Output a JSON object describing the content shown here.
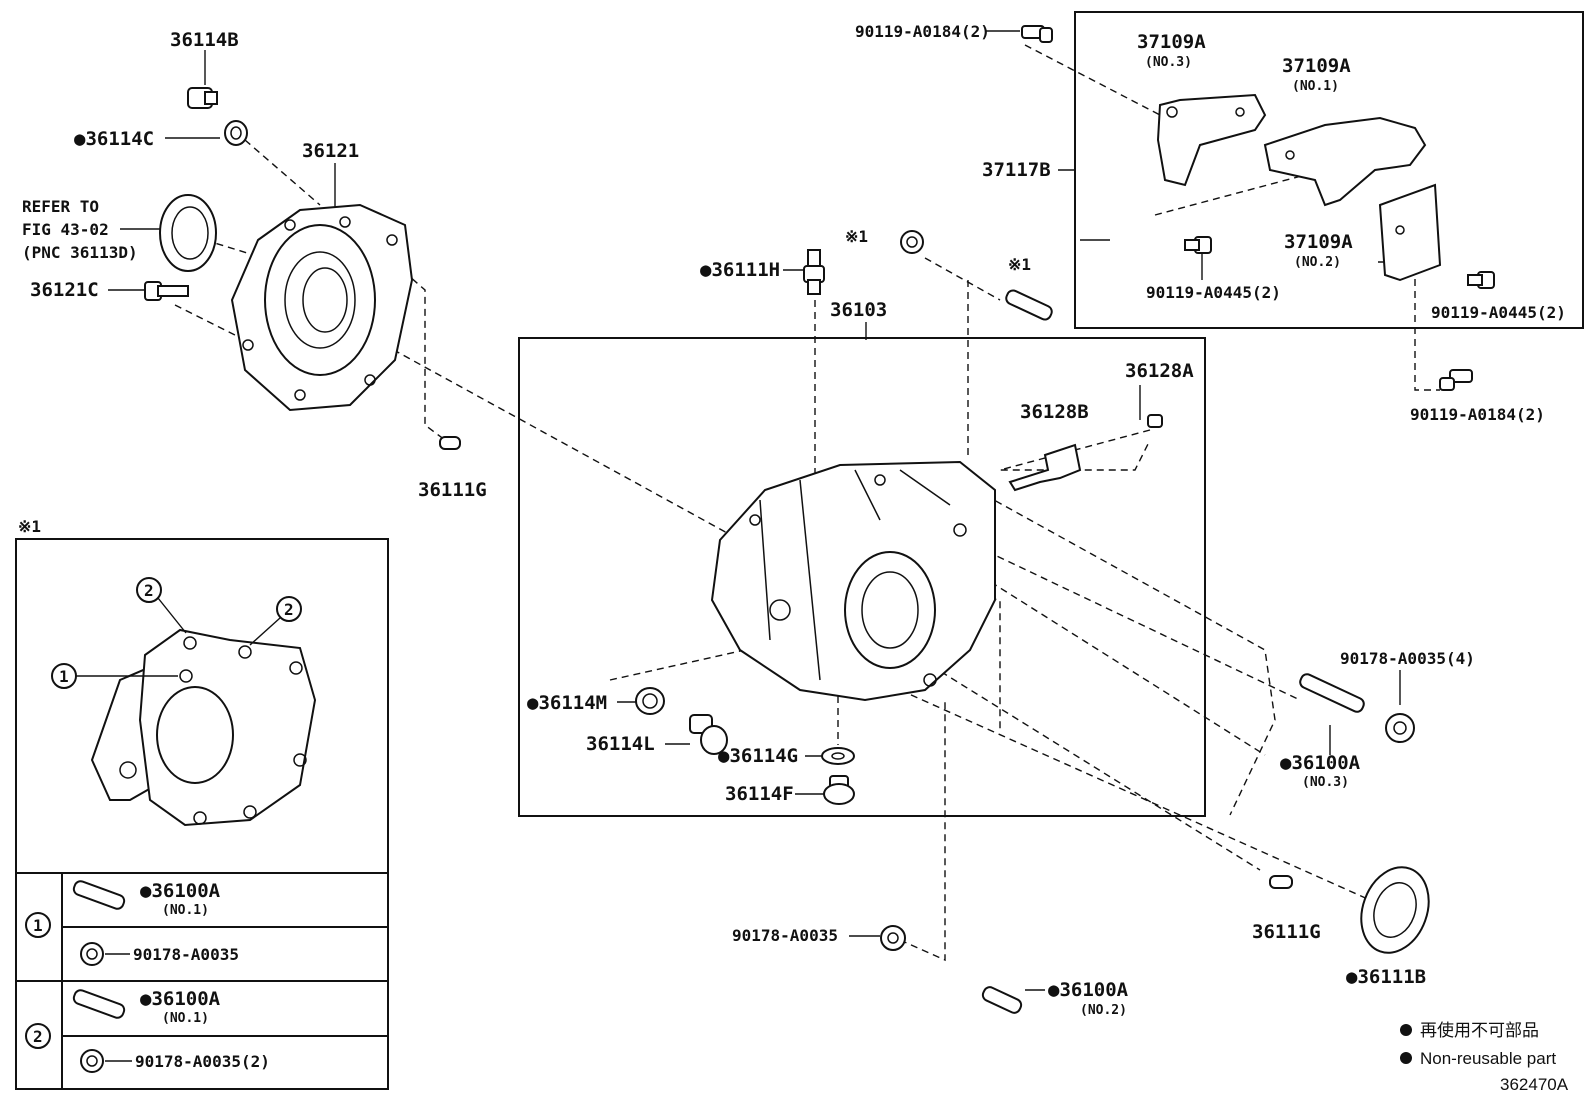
{
  "labels": {
    "p36114B": "36114B",
    "p36114C": "●36114C",
    "p36121": "36121",
    "refer1": "REFER TO",
    "refer2": "FIG 43-02",
    "refer3": "(PNC 36113D)",
    "p36121C": "36121C",
    "p36111G_top": "36111G",
    "p36111H": "●36111H",
    "p36103": "36103",
    "mark1_top": "※1",
    "mark1_stud": "※1",
    "p36128A": "36128A",
    "p36128B": "36128B",
    "b90119_A0184_top": "90119-A0184(2)",
    "p37109A_no3": "37109A",
    "p37109A_no3_sub": "(NO.3)",
    "p37109A_no1": "37109A",
    "p37109A_no1_sub": "(NO.1)",
    "p37117B": "37117B",
    "p37109A_no2": "37109A",
    "p37109A_no2_sub": "(NO.2)",
    "b90119_A0445_left": "90119-A0445(2)",
    "b90119_A0445_right": "90119-A0445(2)",
    "b90119_A0184_right": "90119-A0184(2)",
    "n90178_A0035_4": "90178-A0035(4)",
    "p36100A_no3": "●36100A",
    "p36100A_no3_sub": "(NO.3)",
    "p36114M": "●36114M",
    "p36114L": "36114L",
    "p36114G": "●36114G",
    "p36114F": "36114F",
    "p36111G_bottom": "36111G",
    "p36111B": "●36111B",
    "n90178_A0035_bottom": "90178-A0035",
    "p36100A_no2": "●36100A",
    "p36100A_no2_sub": "(NO.2)",
    "mark1_inset": "※1",
    "callout1": "1",
    "callout2a": "2",
    "callout2b": "2"
  },
  "inset_table": [
    {
      "row": "1",
      "stud": "●36100A",
      "stud_sub": "(NO.1)",
      "nut": "90178-A0035"
    },
    {
      "row": "2",
      "stud": "●36100A",
      "stud_sub": "(NO.1)",
      "nut": "90178-A0035(2)"
    }
  ],
  "legend": {
    "japanese": "再使用不可部品",
    "english": "Non-reusable part"
  },
  "figure_id": "362470A"
}
